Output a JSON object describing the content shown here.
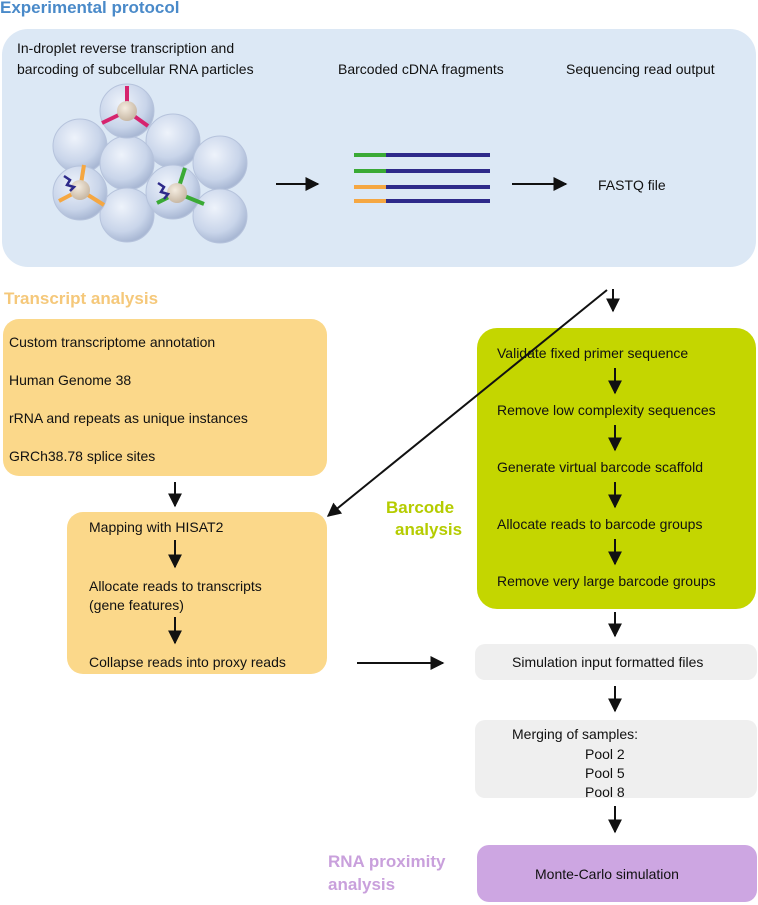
{
  "colors": {
    "protocol_title": "#4a8ac9",
    "protocol_bg": "#dce8f5",
    "transcript_title": "#f5c87a",
    "transcript_bg": "#fbd88a",
    "barcode_title": "#b5cc00",
    "barcode_bg": "#c4d600",
    "proximity_title": "#c9a0dc",
    "proximity_bg": "#cda6e2",
    "gray_box": "#efefef",
    "barcode_green": "#3aaa35",
    "barcode_orange": "#f5a742",
    "cdna_blue": "#2e2a8a",
    "barcode_pink": "#d6246e"
  },
  "protocol": {
    "title": "Experimental protocol",
    "step1_line1": "In-droplet reverse transcription and",
    "step1_line2": "barcoding of subcellular RNA particles",
    "step2": "Barcoded cDNA fragments",
    "step3": "Sequencing read output",
    "fastq": "FASTQ file"
  },
  "transcript": {
    "title": "Transcript analysis",
    "annotation_items": [
      "Custom transcriptome annotation",
      "Human Genome 38",
      "rRNA and repeats as unique instances",
      "GRCh38.78 splice sites"
    ],
    "mapping": "Mapping with HISAT2",
    "allocate_line1": "Allocate reads to transcripts",
    "allocate_line2": "(gene features)",
    "collapse": "Collapse reads into proxy reads"
  },
  "barcode": {
    "title_line1": "Barcode",
    "title_line2": "analysis",
    "steps": [
      "Validate fixed primer sequence",
      "Remove low complexity sequences",
      "Generate virtual barcode scaffold",
      "Allocate reads to barcode groups",
      "Remove very large barcode groups"
    ]
  },
  "simulation": {
    "input_files": "Simulation input formatted files",
    "merging_title": "Merging of samples:",
    "pools": [
      "Pool 2",
      "Pool 5",
      "Pool 8"
    ],
    "monte_carlo": "Monte-Carlo simulation"
  },
  "proximity": {
    "title_line1": "RNA proximity",
    "title_line2": "analysis"
  }
}
